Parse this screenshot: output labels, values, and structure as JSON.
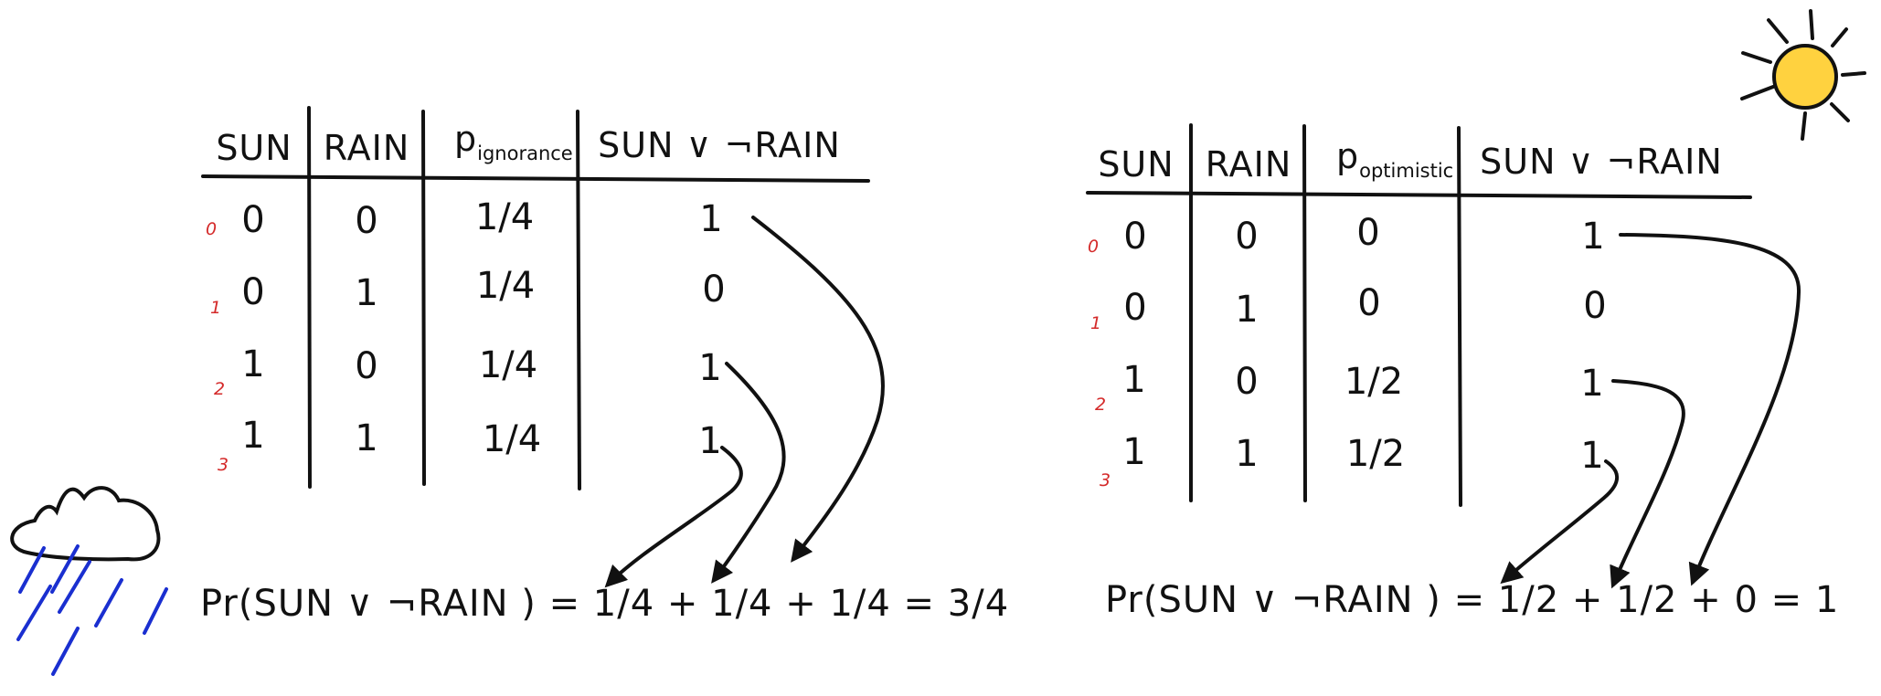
{
  "tables": [
    {
      "headers": {
        "sun": "SUN",
        "rain": "RAIN",
        "p_base": "p",
        "p_sub": "ignorance",
        "expr": "SUN ∨ ¬RAIN"
      },
      "row_indices": [
        "0",
        "1",
        "2",
        "3"
      ],
      "rows": [
        {
          "sun": "0",
          "rain": "0",
          "p": "1/4",
          "val": "1"
        },
        {
          "sun": "0",
          "rain": "1",
          "p": "1/4",
          "val": "0"
        },
        {
          "sun": "1",
          "rain": "0",
          "p": "1/4",
          "val": "1"
        },
        {
          "sun": "1",
          "rain": "1",
          "p": "1/4",
          "val": "1"
        }
      ],
      "formula": "Pr(SUN ∨ ¬RAIN ) = 1/4 + 1/4 + 1/4 = 3/4"
    },
    {
      "headers": {
        "sun": "SUN",
        "rain": "RAIN",
        "p_base": "p",
        "p_sub": "optimistic",
        "expr": "SUN ∨ ¬RAIN"
      },
      "row_indices": [
        "0",
        "1",
        "2",
        "3"
      ],
      "rows": [
        {
          "sun": "0",
          "rain": "0",
          "p": "0",
          "val": "1"
        },
        {
          "sun": "0",
          "rain": "1",
          "p": "0",
          "val": "0"
        },
        {
          "sun": "1",
          "rain": "0",
          "p": "1/2",
          "val": "1"
        },
        {
          "sun": "1",
          "rain": "1",
          "p": "1/2",
          "val": "1"
        }
      ],
      "formula": "Pr(SUN ∨ ¬RAIN ) = 1/2 + 1/2 + 0 = 1"
    }
  ],
  "icons": {
    "left": "rain-cloud-icon",
    "right": "sun-icon"
  },
  "colors": {
    "ink": "#111111",
    "row_index": "#d42a2a",
    "rain": "#1a2fd0",
    "sun_fill": "#ffd23f"
  }
}
